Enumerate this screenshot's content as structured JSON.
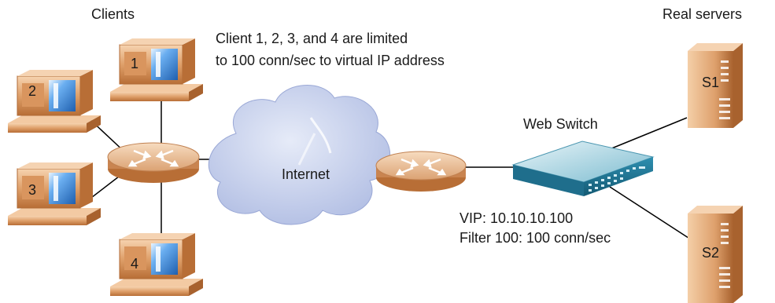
{
  "labels": {
    "clients_header": "Clients",
    "servers_header": "Real servers",
    "limit_note_line1": "Client 1, 2, 3, and 4 are limited",
    "limit_note_line2": "to 100 conn/sec to virtual IP address",
    "internet": "Internet",
    "web_switch": "Web Switch",
    "vip": "VIP: 10.10.10.100",
    "filter": "Filter 100: 100 conn/sec"
  },
  "clients": [
    {
      "id": "1"
    },
    {
      "id": "2"
    },
    {
      "id": "3"
    },
    {
      "id": "4"
    }
  ],
  "servers": [
    {
      "id": "S1"
    },
    {
      "id": "S2"
    }
  ],
  "colors": {
    "device_orange": "#d9955e",
    "device_orange_light": "#f3caa3",
    "device_orange_dark": "#a8622e",
    "screen_blue": "#4a90d9",
    "cloud": "#c9d2ee",
    "switch_teal": "#2f8aa6",
    "line": "#000000"
  }
}
